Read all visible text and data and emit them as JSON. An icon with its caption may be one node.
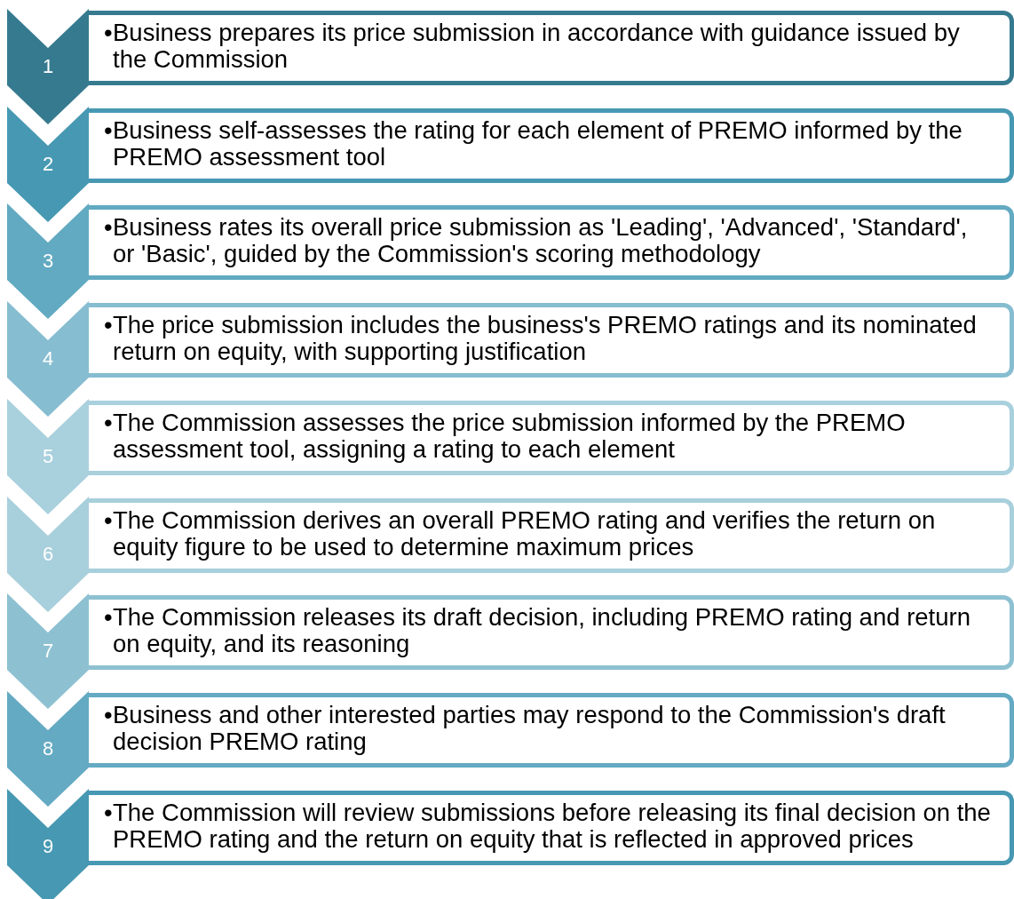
{
  "diagram": {
    "nodes": [
      {
        "text": [
          "1"
        ]
      },
      {
        "text": [
          "•",
          "Business prepares its price submission in accordance with guidance issued by the Commission"
        ]
      },
      {
        "text": [
          "2"
        ]
      },
      {
        "text": [
          "•",
          "Business self-assesses the rating for each element of PREMO informed by the PREMO assessment tool"
        ]
      },
      {
        "text": [
          "3"
        ]
      },
      {
        "text": [
          "•",
          "Business rates its overall price submission as 'Leading', 'Advanced', 'Standard', or 'Basic', guided by the Commission's scoring methodology"
        ]
      },
      {
        "text": [
          "4"
        ]
      },
      {
        "text": [
          "•",
          "The price submission includes the business's PREMO ratings and its nominated return on equity, with supporting justification"
        ]
      },
      {
        "text": [
          "5"
        ]
      },
      {
        "text": [
          "•",
          "The Commission assesses the price submission informed by the PREMO assessment tool, assigning a rating to each element"
        ]
      },
      {
        "text": [
          "6"
        ]
      },
      {
        "text": [
          "•",
          "The Commission derives an overall PREMO rating and verifies the return on equity figure to be used to determine maximum prices"
        ]
      },
      {
        "text": [
          "7"
        ]
      },
      {
        "text": [
          "•",
          "The Commission releases its draft decision, including PREMO rating and return on equity, and its reasoning"
        ]
      },
      {
        "text": [
          "8"
        ]
      },
      {
        "text": [
          "•",
          "Business and other interested parties may respond to the Commission's draft decision PREMO rating"
        ]
      },
      {
        "text": [
          "9"
        ]
      },
      {
        "text": [
          "•",
          "The Commission will review submissions before releasing its final decision on the PREMO rating and the return on equity that is reflected in approved prices"
        ]
      }
    ]
  }
}
